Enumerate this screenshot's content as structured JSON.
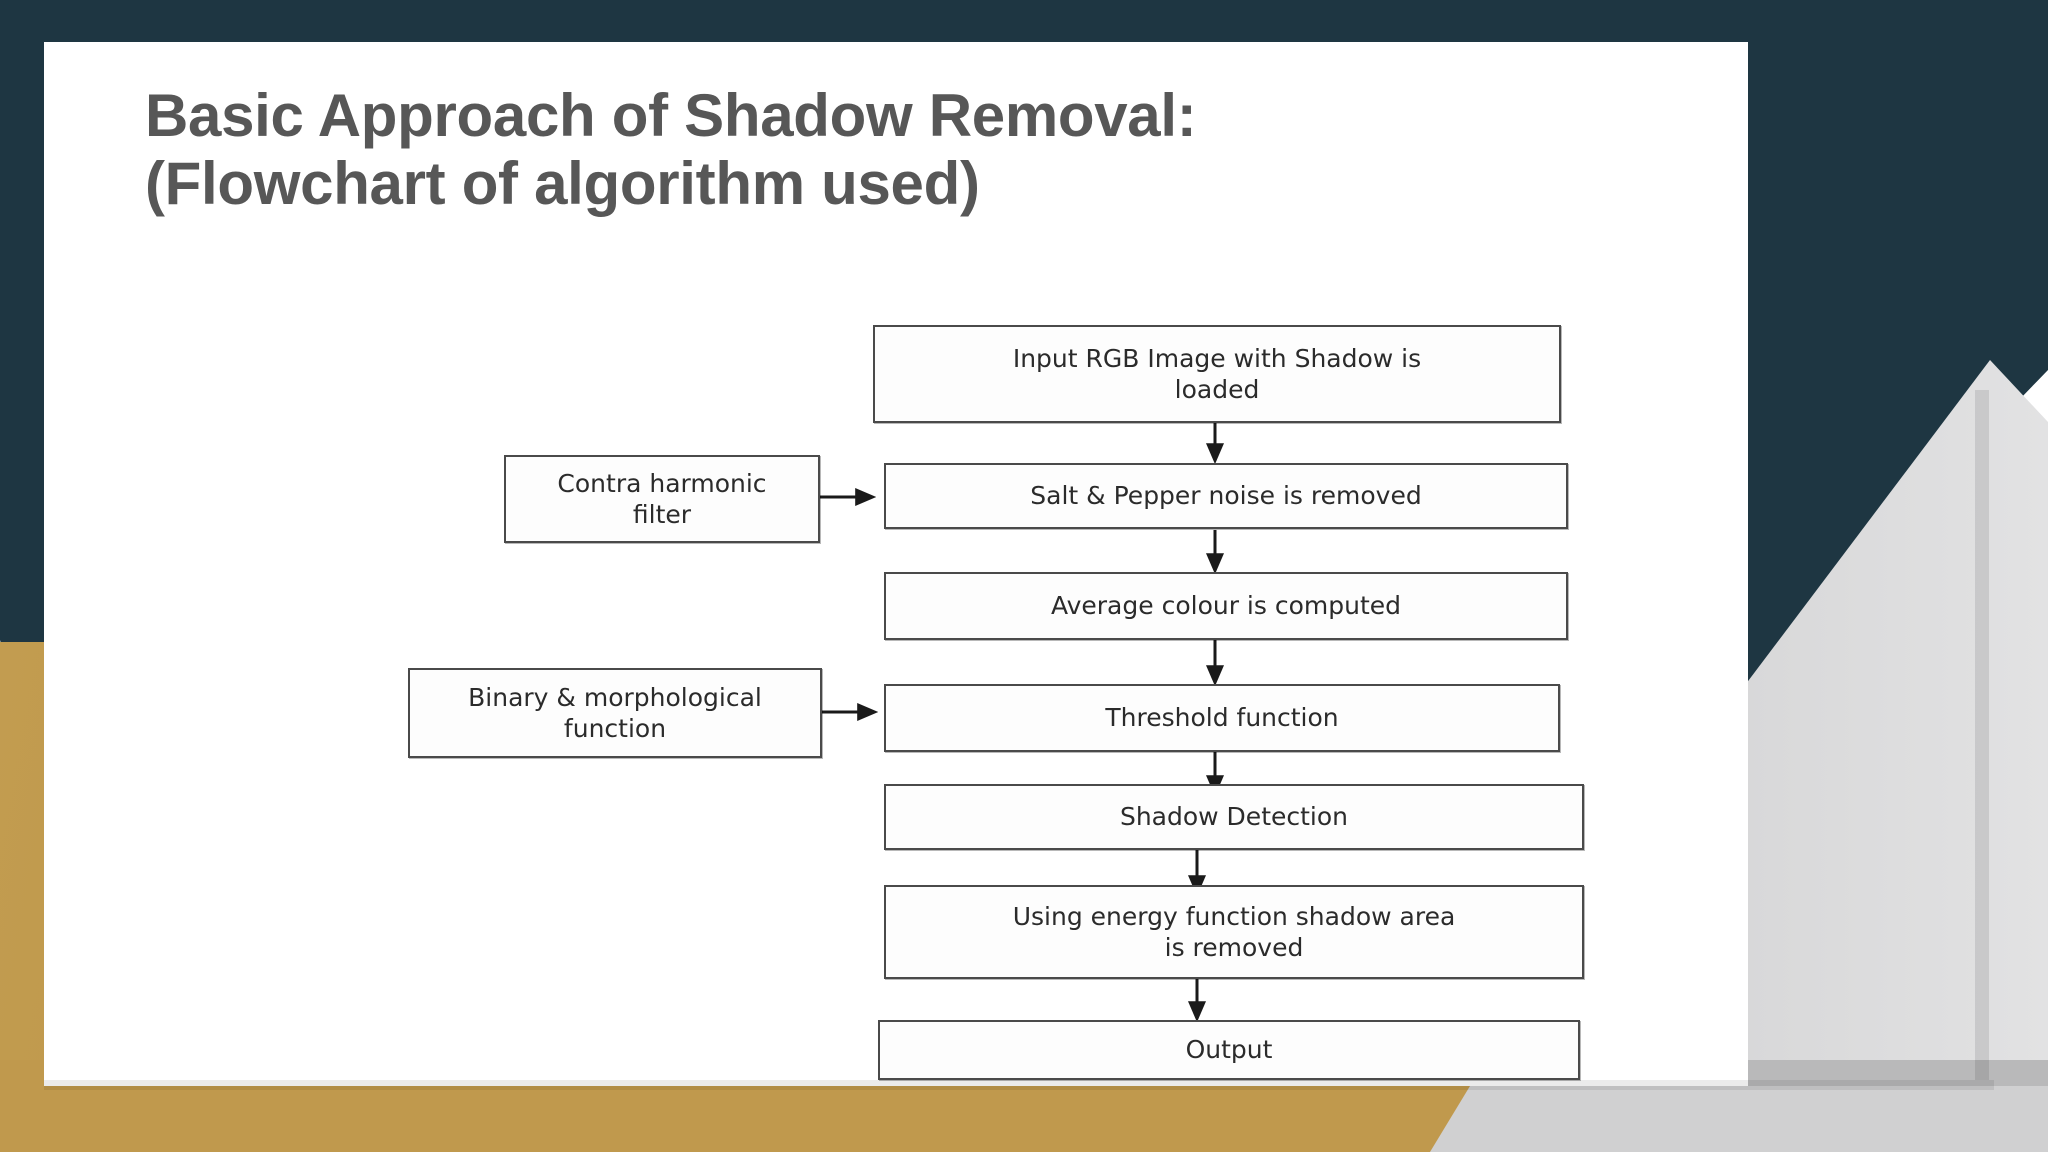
{
  "theme": {
    "frame_teal": "#1e3642",
    "frame_gold": "#c0994d",
    "frame_gray": "#d0d0d1",
    "card_bg": "#ffffff",
    "title_color": "#575757",
    "node_border": "#4a4a4a",
    "node_text": "#2b2b2b"
  },
  "slide": {
    "title_line1": "Basic Approach of Shadow Removal:",
    "title_line2": "(Flowchart of algorithm used)",
    "title": "Basic Approach of Shadow Removal:\n(Flowchart of algorithm used)"
  },
  "flowchart": {
    "main_nodes": [
      {
        "id": "input",
        "label": "Input RGB Image with Shadow is\nloaded"
      },
      {
        "id": "denoise",
        "label": "Salt & Pepper noise is removed"
      },
      {
        "id": "avg-colour",
        "label": "Average colour is computed"
      },
      {
        "id": "threshold",
        "label": "Threshold function"
      },
      {
        "id": "detection",
        "label": "Shadow Detection"
      },
      {
        "id": "energy",
        "label": "Using energy function  shadow area\nis removed"
      },
      {
        "id": "output",
        "label": "Output"
      }
    ],
    "side_nodes": [
      {
        "id": "contra-harmonic",
        "label": "Contra harmonic\nfilter"
      },
      {
        "id": "binary-morph",
        "label": "Binary & morphological\nfunction"
      }
    ]
  }
}
